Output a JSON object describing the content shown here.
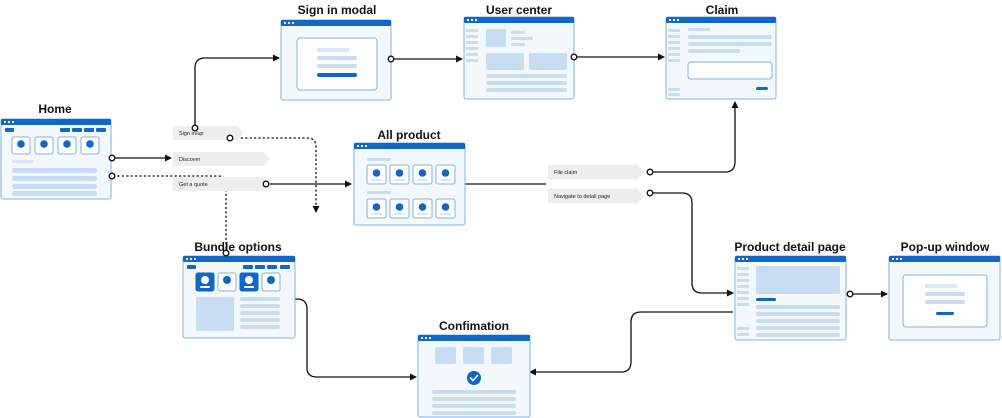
{
  "screens": {
    "home": "Home",
    "sign_in_modal": "Sign in modal",
    "user_center": "User center",
    "claim": "Claim",
    "all_product": "All product",
    "bundle_options": "Bundle options",
    "confirmation": "Confimation",
    "product_detail": "Product detail page",
    "popup": "Pop-up window"
  },
  "actions": {
    "sign_in_up": "Sign in/up",
    "discover": "Discover",
    "get_quote": "Get a quote",
    "file_claim": "File claim",
    "navigate_detail": "Navigate to detail page"
  },
  "colors": {
    "accent": "#1266c8",
    "wire_fill": "#f3f8fd",
    "wire_stroke": "#7fb3e3",
    "connector": "#111111"
  }
}
